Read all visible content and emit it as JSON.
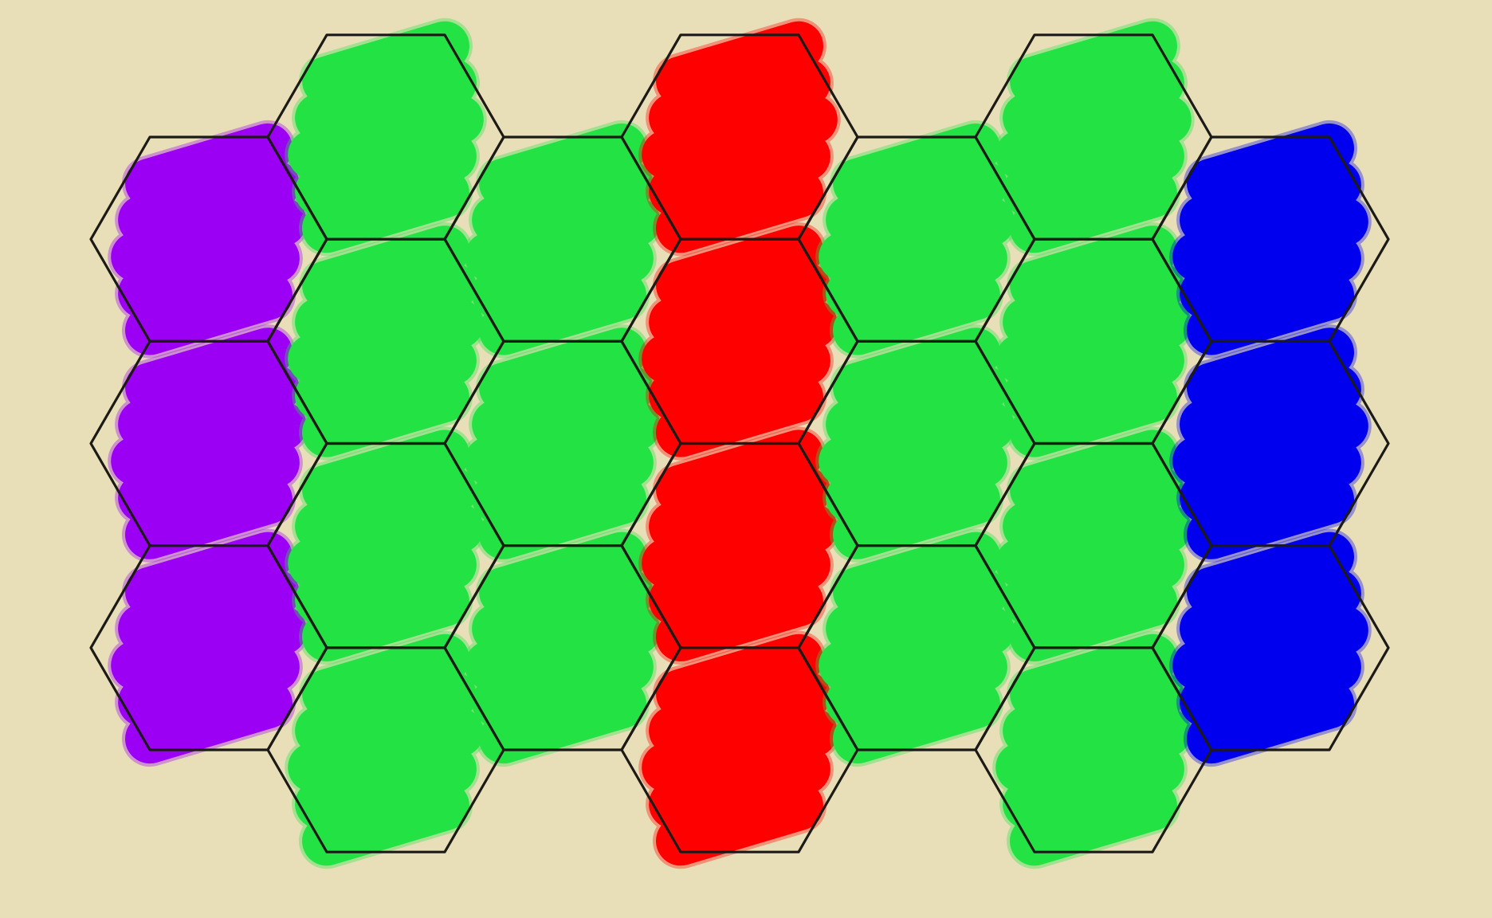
{
  "board": {
    "background_color": "#e8dfb8",
    "grid_line_color": "#1c1a16",
    "hex_orientation": "flat-top",
    "columns": [
      {
        "column": 1,
        "rows": 3,
        "offset": "lower"
      },
      {
        "column": 2,
        "rows": 4,
        "offset": "upper"
      },
      {
        "column": 3,
        "rows": 3,
        "offset": "lower"
      },
      {
        "column": 4,
        "rows": 4,
        "offset": "upper"
      },
      {
        "column": 5,
        "rows": 3,
        "offset": "lower"
      },
      {
        "column": 6,
        "rows": 4,
        "offset": "upper"
      },
      {
        "column": 7,
        "rows": 3,
        "offset": "lower"
      }
    ]
  },
  "regions": [
    {
      "name": "purple-region",
      "color": "#9b00f5",
      "cells": [
        "c1r1",
        "c1r2",
        "c1r3"
      ]
    },
    {
      "name": "green-region-left",
      "color": "#22e244",
      "cells": [
        "c2r1",
        "c2r2",
        "c2r3",
        "c2r4",
        "c3r1",
        "c3r2",
        "c3r3"
      ]
    },
    {
      "name": "red-region",
      "color": "#ff0000",
      "cells": [
        "c4r1",
        "c4r2",
        "c4r3",
        "c4r4"
      ]
    },
    {
      "name": "green-region-right",
      "color": "#22e244",
      "cells": [
        "c5r1",
        "c5r2",
        "c5r3",
        "c6r1",
        "c6r2",
        "c6r3",
        "c6r4"
      ]
    },
    {
      "name": "blue-region",
      "color": "#0000ee",
      "cells": [
        "c7r1",
        "c7r2",
        "c7r3"
      ]
    }
  ]
}
